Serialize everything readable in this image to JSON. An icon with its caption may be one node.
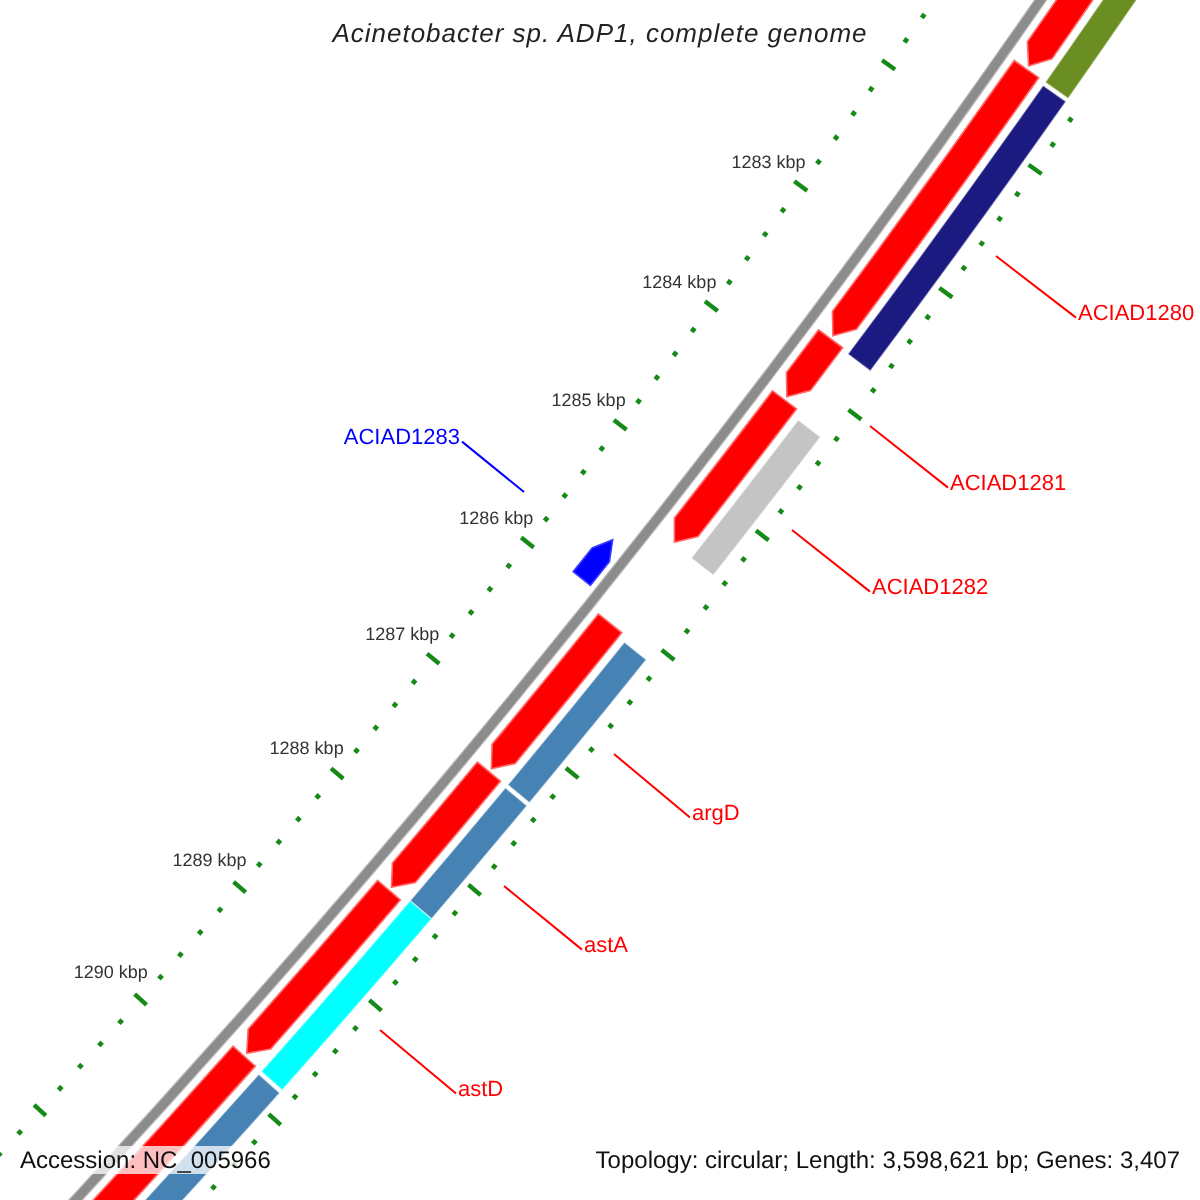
{
  "diagram": {
    "title": "Acinetobacter sp. ADP1, complete genome",
    "nodes": [
      {
        "text": [
          "ACIAD1283"
        ]
      },
      {
        "text": [
          "ACIAD1280"
        ]
      },
      {
        "text": [
          "ACIAD1281"
        ]
      },
      {
        "text": [
          "ACIAD1282"
        ]
      },
      {
        "text": [
          "argD"
        ]
      },
      {
        "text": [
          "astA"
        ]
      },
      {
        "text": [
          "astD"
        ]
      }
    ],
    "edges": [
      {
        "from": 0,
        "to": null,
        "arrow": "none",
        "color": "#0000ff"
      },
      {
        "from": 1,
        "to": null,
        "arrow": "none"
      },
      {
        "from": 2,
        "to": null,
        "arrow": "none"
      },
      {
        "from": 3,
        "to": null,
        "arrow": "none"
      },
      {
        "from": 4,
        "to": null,
        "arrow": "none"
      },
      {
        "from": 5,
        "to": null,
        "arrow": "none"
      },
      {
        "from": 6,
        "to": null,
        "arrow": "none"
      }
    ],
    "labels": [
      "1283 kbp",
      "1284 kbp",
      "1285 kbp",
      "1286 kbp",
      "1287 kbp",
      "1288 kbp",
      "1289 kbp",
      "1290 kbp",
      "Accession: NC_005966",
      "Topology: circular; Length: 3,598,621 bp; Genes: 3,407"
    ]
  }
}
